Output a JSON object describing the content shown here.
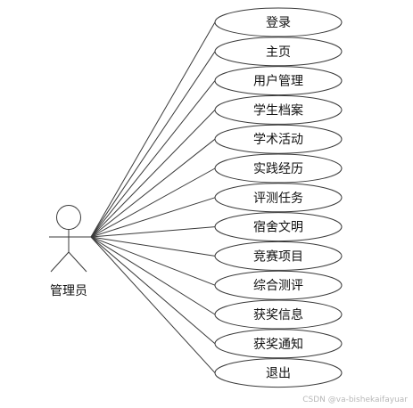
{
  "actor": {
    "label": "管理员"
  },
  "use_cases": [
    {
      "label": "登录"
    },
    {
      "label": "主页"
    },
    {
      "label": "用户管理"
    },
    {
      "label": "学生档案"
    },
    {
      "label": "学术活动"
    },
    {
      "label": "实践经历"
    },
    {
      "label": "评测任务"
    },
    {
      "label": "宿舍文明"
    },
    {
      "label": "竞赛项目"
    },
    {
      "label": "综合测评"
    },
    {
      "label": "获奖信息"
    },
    {
      "label": "获奖通知"
    },
    {
      "label": "退出"
    }
  ],
  "watermark": "CSDN @va-bishekaifayuar"
}
